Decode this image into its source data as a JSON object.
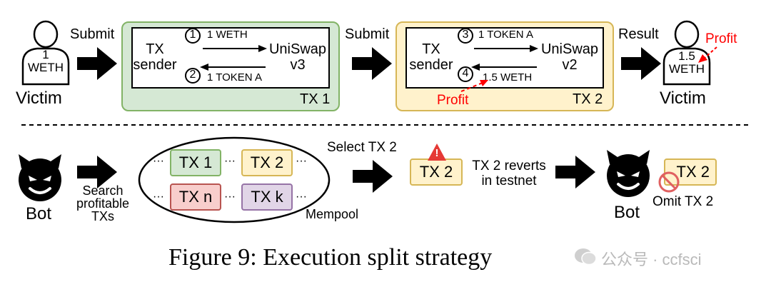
{
  "top": {
    "victim_left": {
      "amount_line1": "1",
      "amount_line2": "WETH",
      "label": "Victim"
    },
    "submit_1": "Submit",
    "tx1": {
      "sender_line1": "TX",
      "sender_line2": "sender",
      "dex_line1": "UniSwap",
      "dex_line2": "v3",
      "step1_num": "1",
      "step1_text": "1 WETH",
      "step2_num": "2",
      "step2_text": "1 TOKEN A",
      "label": "TX 1",
      "color": "#d5e8d4"
    },
    "submit_2": "Submit",
    "tx2": {
      "sender_line1": "TX",
      "sender_line2": "sender",
      "dex_line1": "UniSwap",
      "dex_line2": "v2",
      "step3_num": "3",
      "step3_text": "1 TOKEN A",
      "step4_num": "4",
      "step4_text": "1.5 WETH",
      "profit": "Profit",
      "label": "TX 2",
      "color": "#fff2cc"
    },
    "result": "Result",
    "victim_right": {
      "amount_line1": "1.5",
      "amount_line2": "WETH",
      "label": "Victim",
      "profit": "Profit"
    }
  },
  "bottom": {
    "bot_left_label": "Bot",
    "search_line1": "Search",
    "search_line2": "profitable",
    "search_line3": "TXs",
    "mempool": {
      "label": "Mempool",
      "tx1": "TX 1",
      "tx2": "TX 2",
      "txn": "TX n",
      "txk": "TX k",
      "dots": "···"
    },
    "select_label": "Select TX 2",
    "selected_tx": "TX 2",
    "revert_line1": "TX 2 reverts",
    "revert_line2": "in testnet",
    "bot_right_label": "Bot",
    "omitted_tx": "TX 2",
    "omit_label": "Omit TX 2",
    "warning_glyph": "!"
  },
  "caption": "Figure 9: Execution split strategy",
  "watermark": "公众号 · ccfsci",
  "colors": {
    "profit": "#ff0000",
    "green_border": "#82b366",
    "yellow_border": "#d6b656"
  }
}
